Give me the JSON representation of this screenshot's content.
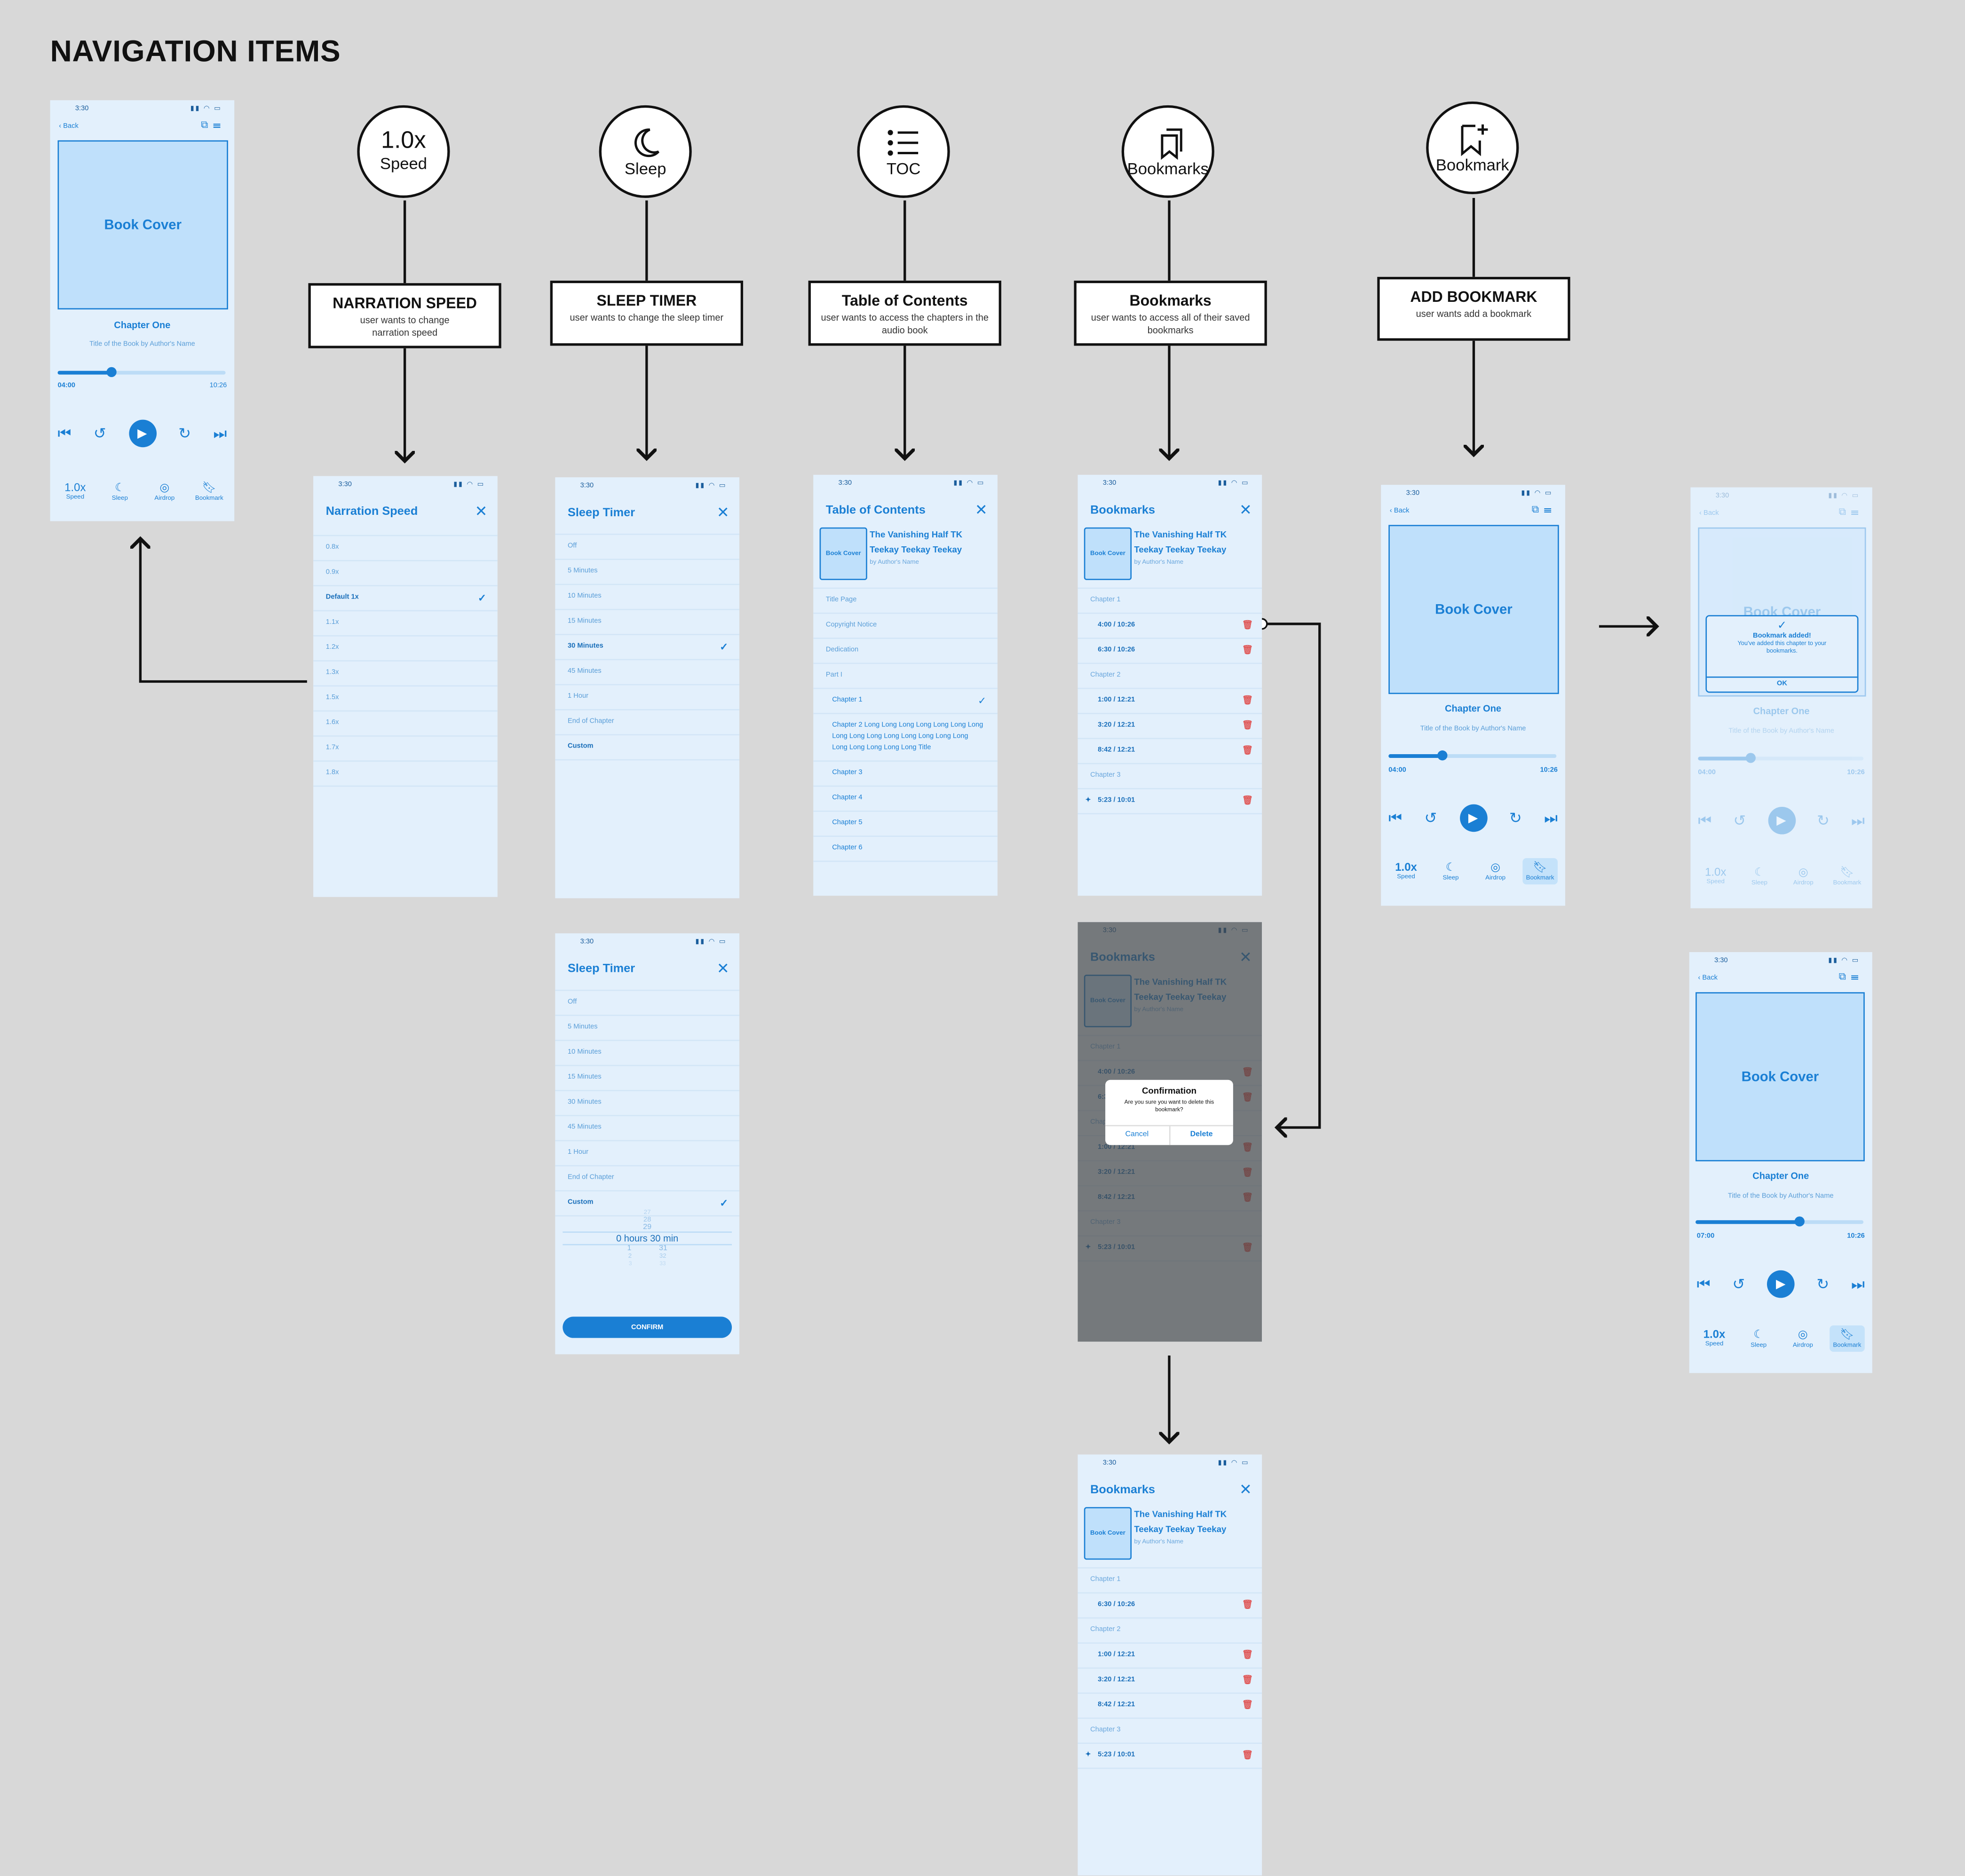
{
  "page_title": "NAVIGATION ITEMS",
  "colors": {
    "accent": "#1a7fd4",
    "phone_bg": "#e3f0fc",
    "cover_bg": "#bfe0fb",
    "canvas": "#d8d8d8",
    "delete": "#e05a5a"
  },
  "nav_items": [
    {
      "icon": "speed-text",
      "big": "1.0x",
      "label": "Speed",
      "box_title": "NARRATION SPEED",
      "box_desc": "user wants to change narration speed"
    },
    {
      "icon": "moon-icon",
      "label": "Sleep",
      "box_title": "SLEEP TIMER",
      "box_desc": "user wants to change the sleep timer"
    },
    {
      "icon": "list-icon",
      "label": "TOC",
      "box_title": "Table of Contents",
      "box_desc": "user wants to access the chapters in the audio book"
    },
    {
      "icon": "bookmarks-icon",
      "label": "Bookmarks",
      "box_title": "Bookmarks",
      "box_desc": "user wants to access all of their saved bookmarks"
    },
    {
      "icon": "bookmark-add-icon",
      "label": "Bookmark",
      "box_title": "ADD BOOKMARK",
      "box_desc": "user wants add a bookmark"
    }
  ],
  "player": {
    "status_time": "3:30",
    "back": "Back",
    "cover": "Book Cover",
    "chapter": "Chapter One",
    "book_title": "Title of the Book by Author's Name",
    "elapsed": "04:00",
    "elapsed_alt": "07:00",
    "total": "10:26",
    "progress": 0.32,
    "progress_alt": 0.62,
    "tabs": [
      {
        "icon": "1.0x",
        "label": "Speed"
      },
      {
        "icon": "moon-icon",
        "label": "Sleep"
      },
      {
        "icon": "airdrop-icon",
        "label": "Airdrop"
      },
      {
        "icon": "bookmark-icon",
        "label": "Bookmark"
      }
    ]
  },
  "speed_screen": {
    "title": "Narration Speed",
    "options": [
      "0.8x",
      "0.9x",
      "Default 1x",
      "1.1x",
      "1.2x",
      "1.3x",
      "1.5x",
      "1.6x",
      "1.7x",
      "1.8x"
    ],
    "selected": "Default 1x"
  },
  "sleep_screen": {
    "title": "Sleep Timer",
    "options": [
      "Off",
      "5 Minutes",
      "10 Minutes",
      "15 Minutes",
      "30 Minutes",
      "45 Minutes",
      "1 Hour",
      "End of Chapter",
      "Custom"
    ],
    "selected": "30 Minutes",
    "selected_custom": "Custom",
    "picker": {
      "above": [
        "27",
        "28",
        "29"
      ],
      "current": "0 hours  30 min",
      "below_hours": [
        "1",
        "2",
        "3"
      ],
      "below_min": [
        "31",
        "32",
        "33"
      ]
    },
    "confirm": "CONFIRM"
  },
  "toc_screen": {
    "title": "Table of Contents",
    "book_cover": "Book Cover",
    "book_title": "The Vanishing Half TK Teekay Teekay Teekay",
    "author": "by Author's Name",
    "items": [
      "Title Page",
      "Copyright Notice",
      "Dedication",
      "Part I",
      "Chapter 1",
      "Chapter 2 Long Long Long Long Long Long Long Long Long Long Long Long Long Long Long Long Long Long Long Long Title",
      "Chapter 3",
      "Chapter 4",
      "Chapter 5",
      "Chapter 6"
    ],
    "selected": "Chapter 1"
  },
  "bookmarks_screen": {
    "title": "Bookmarks",
    "sections": [
      {
        "name": "Chapter 1",
        "marks": [
          "4:00 / 10:26",
          "6:30 / 10:26"
        ]
      },
      {
        "name": "Chapter 2",
        "marks": [
          "1:00 / 12:21",
          "3:20 / 12:21",
          "8:42 / 12:21"
        ]
      },
      {
        "name": "Chapter 3",
        "marks": [
          "5:23 / 10:01"
        ]
      }
    ],
    "after_sections": [
      {
        "name": "Chapter 1",
        "marks": [
          "6:30 / 10:26"
        ]
      },
      {
        "name": "Chapter 2",
        "marks": [
          "1:00 / 12:21",
          "3:20 / 12:21",
          "8:42 / 12:21"
        ]
      },
      {
        "name": "Chapter 3",
        "marks": [
          "5:23 / 10:01"
        ]
      }
    ],
    "confirm_dialog": {
      "title": "Confirmation",
      "message": "Are you sure you want to delete this bookmark?",
      "cancel": "Cancel",
      "delete": "Delete"
    }
  },
  "bookmark_toast": {
    "title": "Bookmark added!",
    "message": "You've added this chapter to your bookmarks.",
    "ok": "OK"
  }
}
